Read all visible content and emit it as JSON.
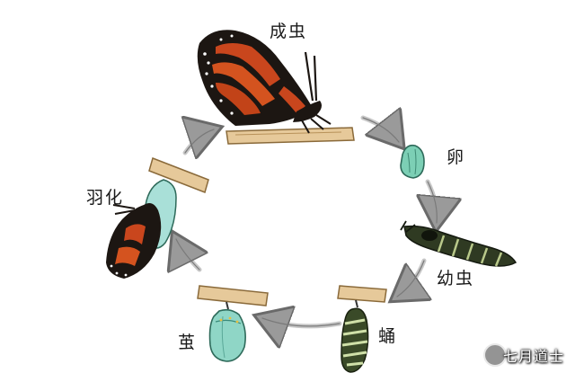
{
  "diagram": {
    "stages": {
      "adult": "成虫",
      "egg": "卵",
      "larva": "幼虫",
      "pupa": "蛹",
      "cocoon": "茧",
      "emergence": "羽化"
    }
  },
  "watermark": {
    "text": "七月道士"
  },
  "colors": {
    "wing_orange": "#c9461d",
    "wing_black": "#1c1612",
    "twig": "#d9b98a",
    "chrysalis": "#8fd6c6",
    "egg": "#7ccfb5",
    "caterpillar": "#2f3a22",
    "arrow": "#999999"
  }
}
